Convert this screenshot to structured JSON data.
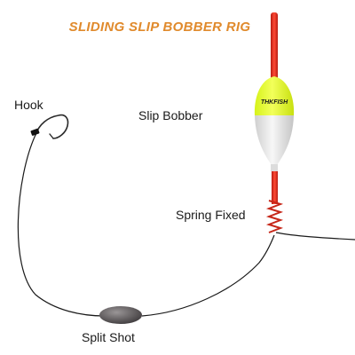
{
  "title": "SLIDING SLIP BOBBER RIG",
  "labels": {
    "hook": "Hook",
    "slip_bobber": "Slip Bobber",
    "spring_fixed": "Spring Fixed",
    "split_shot": "Split Shot"
  },
  "bobber_brand": "THKFISH",
  "colors": {
    "title": "#e08a2c",
    "bobber_top": "#e8ff2a",
    "bobber_bottom": "#e9e9e9",
    "antenna": "#e62e1e",
    "stem": "#e62e1e",
    "line": "#1a1a1a",
    "sinker": "#5e5a5c"
  }
}
